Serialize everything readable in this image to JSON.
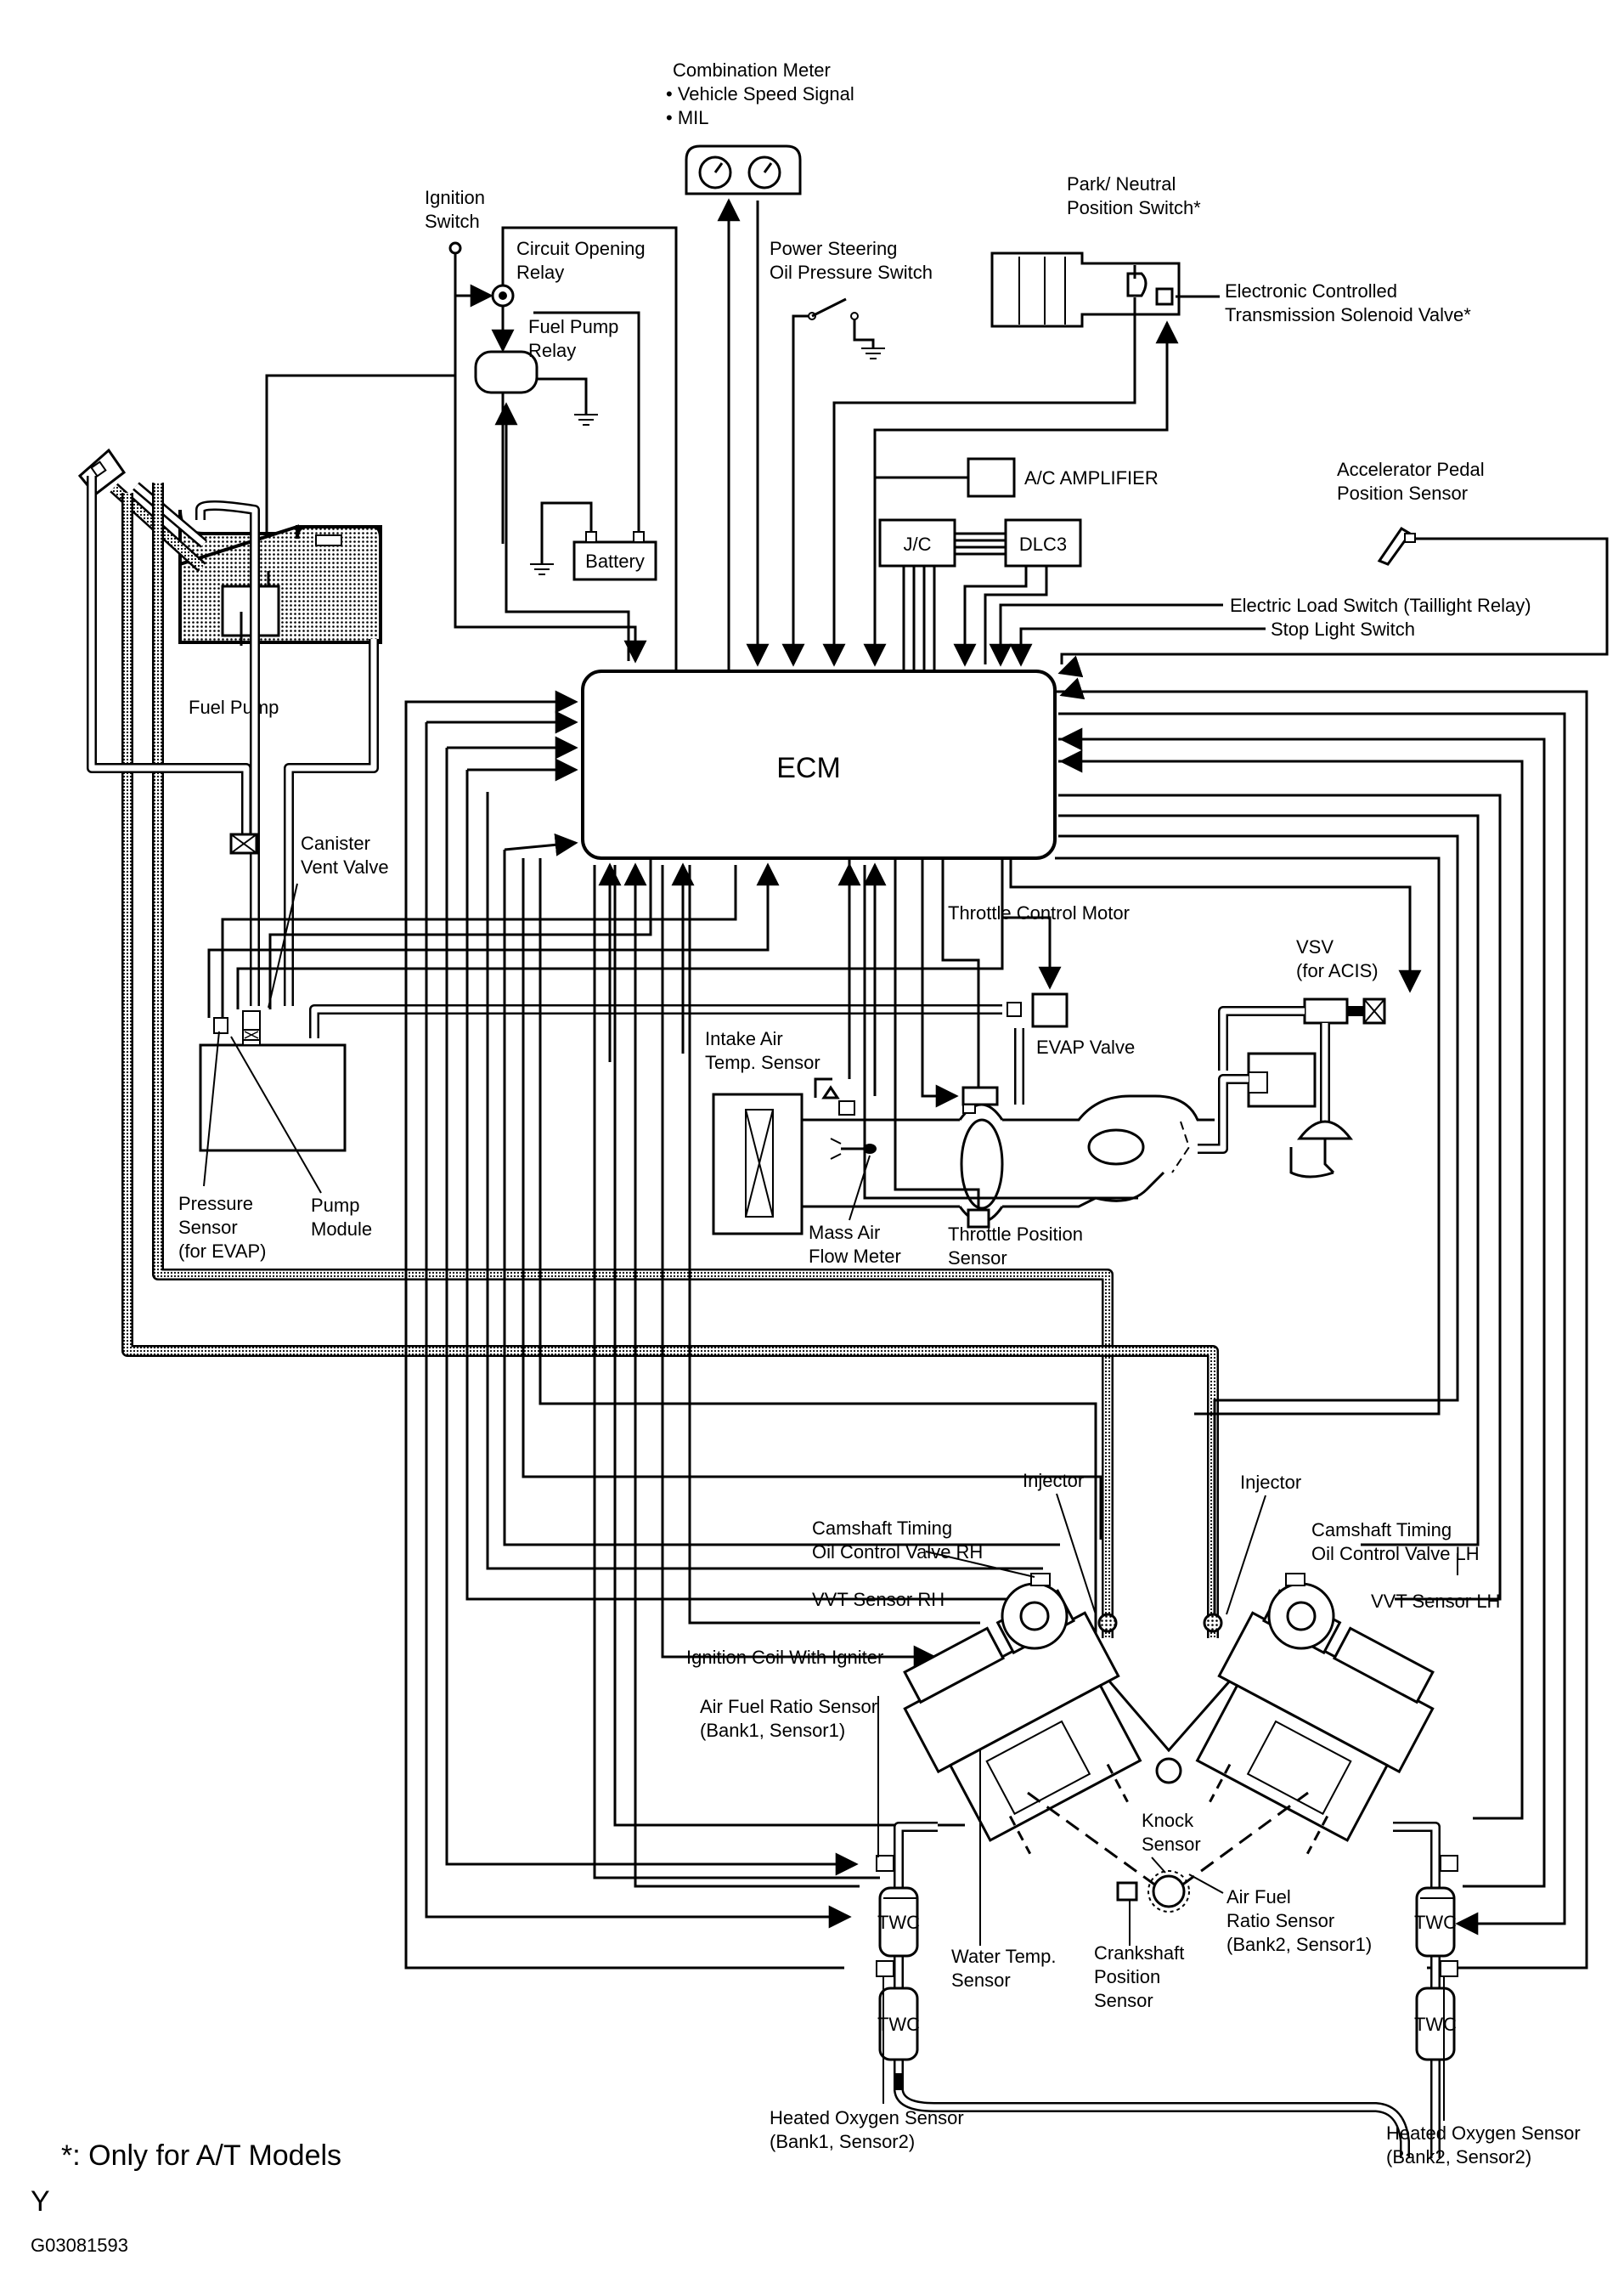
{
  "diagram": {
    "ecm_label": "ECM",
    "labels": {
      "combination_meter": "Combination Meter",
      "vehicle_speed_signal": "• Vehicle Speed Signal",
      "mil": "• MIL",
      "ignition_switch_1": "Ignition",
      "ignition_switch_2": "Switch",
      "circuit_opening_relay_1": "Circuit Opening",
      "circuit_opening_relay_2": "Relay",
      "fuel_pump_relay_1": "Fuel Pump",
      "fuel_pump_relay_2": "Relay",
      "power_steering_1": "Power Steering",
      "power_steering_2": "Oil Pressure Switch",
      "park_neutral_1": "Park/ Neutral",
      "park_neutral_2": "Position Switch*",
      "ect_solenoid_1": "Electronic Controlled",
      "ect_solenoid_2": "Transmission Solenoid Valve*",
      "ac_amplifier": "A/C AMPLIFIER",
      "accel_pedal_1": "Accelerator Pedal",
      "accel_pedal_2": "Position Sensor",
      "jc": "J/C",
      "dlc3": "DLC3",
      "battery": "Battery",
      "electric_load_switch": "Electric Load Switch (Taillight Relay)",
      "stop_light_switch": "Stop Light Switch",
      "fuel_pump": "Fuel Pump",
      "canister_vent_1": "Canister",
      "canister_vent_2": "Vent Valve",
      "throttle_control_motor": "Throttle Control Motor",
      "vsv_1": "VSV",
      "vsv_2": "(for ACIS)",
      "evap_valve": "EVAP Valve",
      "intake_air_temp_1": "Intake Air",
      "intake_air_temp_2": "Temp. Sensor",
      "pressure_sensor_1": "Pressure",
      "pressure_sensor_2": "Sensor",
      "pressure_sensor_3": "(for EVAP)",
      "pump_module_1": "Pump",
      "pump_module_2": "Module",
      "maf_1": "Mass Air",
      "maf_2": "Flow Meter",
      "tps_1": "Throttle Position",
      "tps_2": "Sensor",
      "injector_rh": "Injector",
      "injector_lh": "Injector",
      "cam_ocv_rh_1": "Camshaft Timing",
      "cam_ocv_rh_2": "Oil Control Valve RH",
      "cam_ocv_lh_1": "Camshaft Timing",
      "cam_ocv_lh_2": "Oil Control Valve LH",
      "vvt_rh": "VVT Sensor RH",
      "vvt_lh": "VVT Sensor LH",
      "ignition_coil": "Ignition Coil With Igniter",
      "afr_b1_1": "Air Fuel Ratio Sensor",
      "afr_b1_2": "(Bank1, Sensor1)",
      "knock_1": "Knock",
      "knock_2": "Sensor",
      "afr_b2_1": "Air Fuel",
      "afr_b2_2": "Ratio Sensor",
      "afr_b2_3": "(Bank2, Sensor1)",
      "twc": "TWC",
      "water_temp_1": "Water Temp.",
      "water_temp_2": "Sensor",
      "crank_1": "Crankshaft",
      "crank_2": "Position",
      "crank_3": "Sensor",
      "ho2_b1_1": "Heated Oxygen Sensor",
      "ho2_b1_2": "(Bank1, Sensor2)",
      "ho2_b2_1": "Heated Oxygen Sensor",
      "ho2_b2_2": "(Bank2, Sensor2)"
    },
    "footnote": "*: Only for A/T Models",
    "corner_code": "Y",
    "figure_id": "G03081593"
  }
}
